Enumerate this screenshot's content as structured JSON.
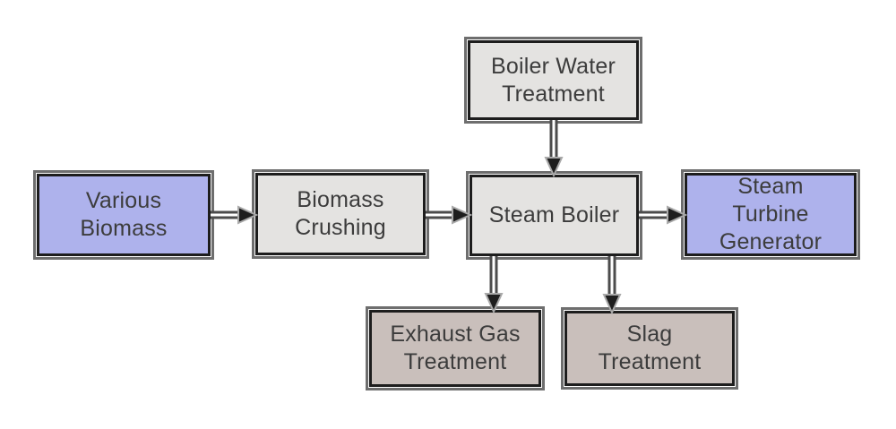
{
  "diagram": {
    "background_color": "#ffffff",
    "node_border_color": "#1d1d1d",
    "node_outer_line_color": "#6e6e6e",
    "text_color": "#3c3c3c",
    "arrow_line_color": "#4c4c4c",
    "arrow_core_color": "#ffffff",
    "arrow_head_color": "#1e1e1e",
    "arrow_halo_color": "#a9a9a9",
    "fills": {
      "lavender": "#aeb2ec",
      "gray": "#e4e3e1",
      "tan": "#c9bfbb"
    },
    "nodes": [
      {
        "id": "boiler-water-treatment",
        "label": "Boiler Water\nTreatment",
        "fill": "#e4e3e1"
      },
      {
        "id": "various-biomass",
        "label": "Various\nBiomass",
        "fill": "#aeb2ec"
      },
      {
        "id": "biomass-crushing",
        "label": "Biomass\nCrushing",
        "fill": "#e4e3e1"
      },
      {
        "id": "steam-boiler",
        "label": "Steam Boiler",
        "fill": "#e4e3e1"
      },
      {
        "id": "steam-turbine-generator",
        "label": "Steam\nTurbine\nGenerator",
        "fill": "#aeb2ec"
      },
      {
        "id": "exhaust-gas-treatment",
        "label": "Exhaust Gas\nTreatment",
        "fill": "#c9bfbb"
      },
      {
        "id": "slag-treatment",
        "label": "Slag\nTreatment",
        "fill": "#c9bfbb"
      }
    ],
    "edges": [
      {
        "from": "various-biomass",
        "to": "biomass-crushing"
      },
      {
        "from": "biomass-crushing",
        "to": "steam-boiler"
      },
      {
        "from": "boiler-water-treatment",
        "to": "steam-boiler"
      },
      {
        "from": "steam-boiler",
        "to": "steam-turbine-generator"
      },
      {
        "from": "steam-boiler",
        "to": "exhaust-gas-treatment"
      },
      {
        "from": "steam-boiler",
        "to": "slag-treatment"
      }
    ]
  }
}
